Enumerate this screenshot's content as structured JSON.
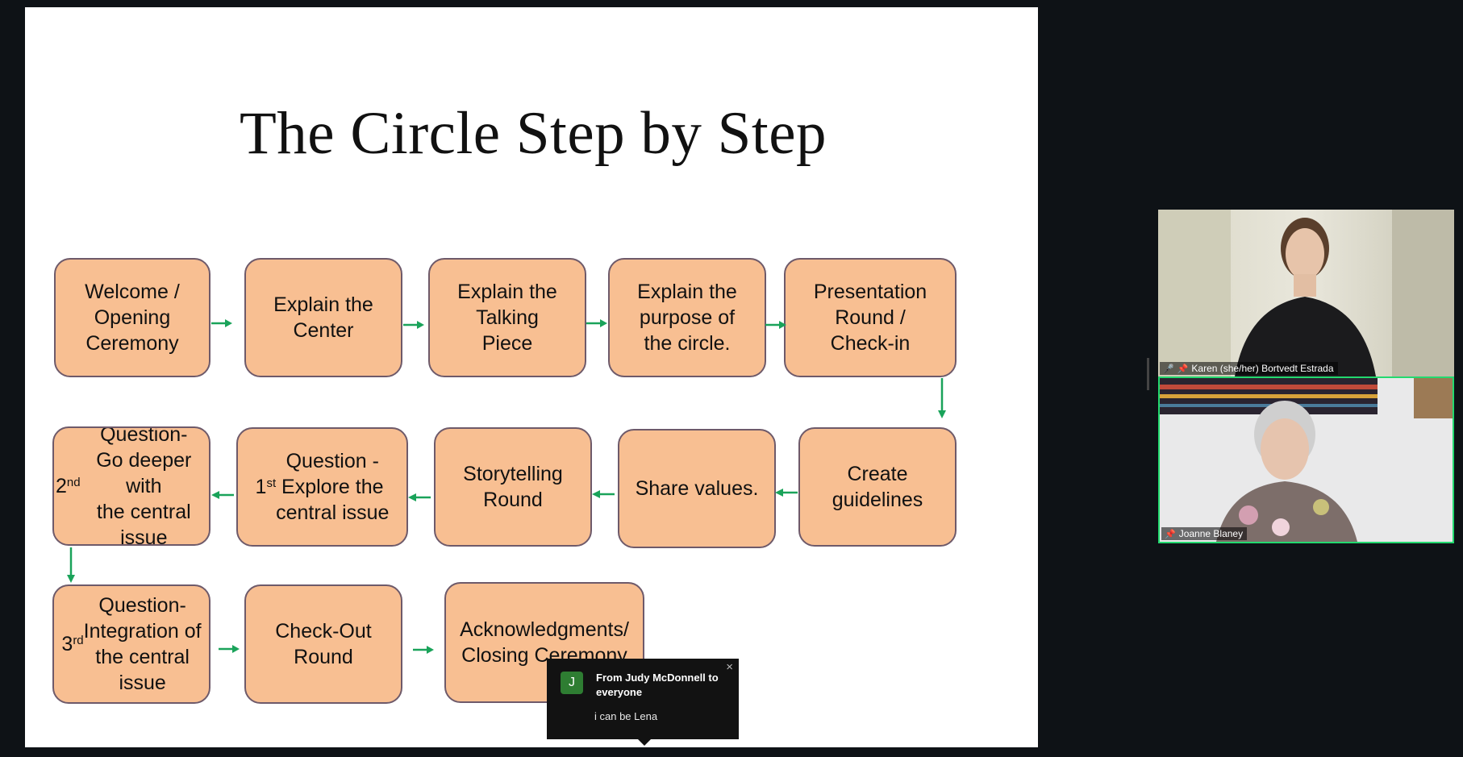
{
  "slide": {
    "title": "The Circle Step by Step",
    "steps": [
      {
        "html": "Welcome /\nOpening\nCeremony"
      },
      {
        "html": "Explain the\nCenter"
      },
      {
        "html": "Explain the\nTalking\nPiece"
      },
      {
        "html": "Explain the\npurpose of\nthe circle."
      },
      {
        "html": "Presentation\nRound /\nCheck-in"
      },
      {
        "html": "Create\nguidelines"
      },
      {
        "html": "Share values."
      },
      {
        "html": "Storytelling\nRound"
      },
      {
        "html": "1<sup>st</sup> Question -\nExplore the\ncentral issue"
      },
      {
        "html": "2<sup>nd</sup> Question-\nGo deeper with\nthe central\nissue"
      },
      {
        "html": "3<sup>rd</sup> Question-\nIntegration of\nthe central\nissue"
      },
      {
        "html": "Check-Out\nRound"
      },
      {
        "html": "Acknowledgments/\nClosing Ceremony"
      }
    ]
  },
  "chat": {
    "avatar_initial": "J",
    "sender": "From Judy McDonnell to everyone",
    "message": "i can be Lena",
    "close_glyph": "×"
  },
  "participants": [
    {
      "name": "Karen (she/her) Bortvedt Estrada",
      "muted": true,
      "pinned": true
    },
    {
      "name": "Joanne Blaney",
      "muted": false,
      "pinned": true,
      "active_speaker": true
    }
  ],
  "colors": {
    "box_fill": "#f8bf92",
    "box_border": "#6e5a6a",
    "arrow": "#1aa35a",
    "active_speaker_border": "#23d96f",
    "background": "#0e1216"
  }
}
